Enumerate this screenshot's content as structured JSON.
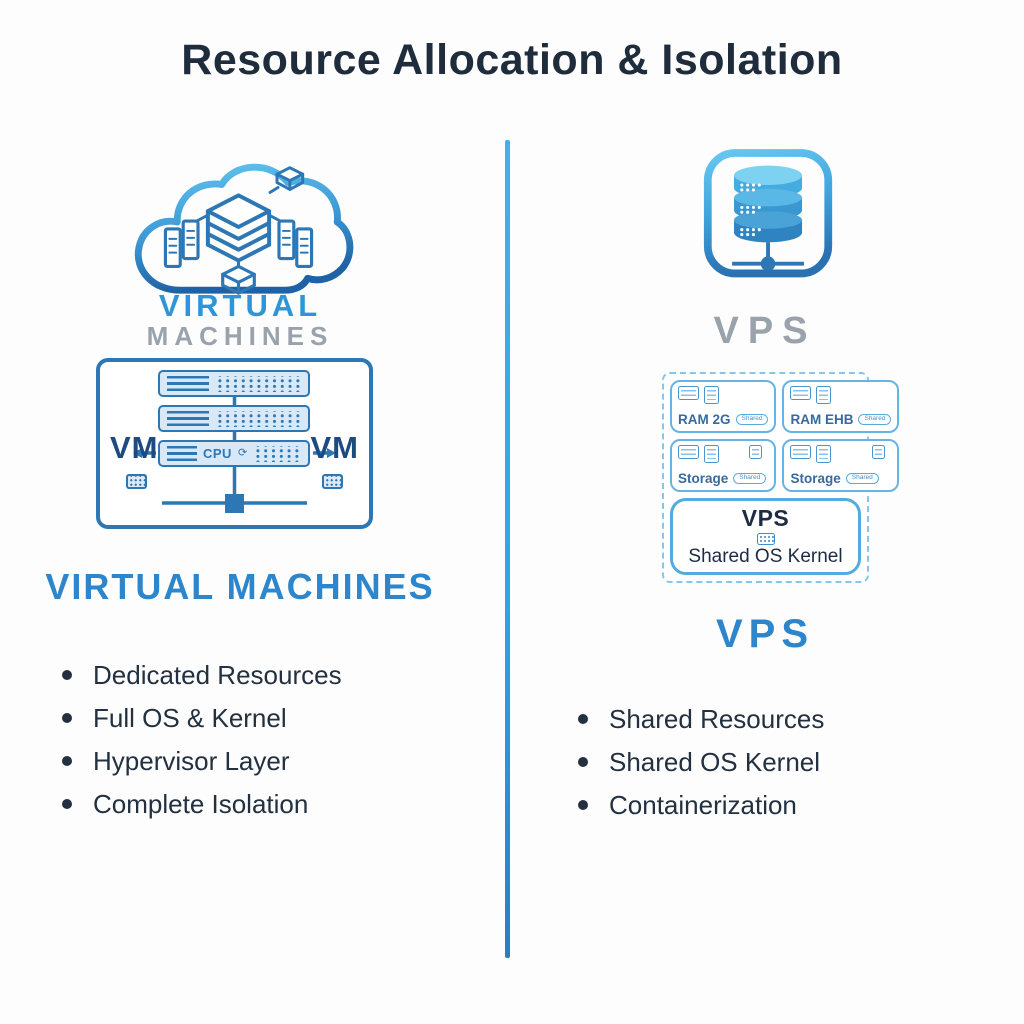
{
  "title": "Resource Allocation & Isolation",
  "left": {
    "logo": {
      "icon": "cloud-servers-icon",
      "line1": "VIRTUAL",
      "line2": "MACHINES"
    },
    "diagram": {
      "vm_left": "VM",
      "vm_right": "VM",
      "cpu": "CPU",
      "cpu_glyph": "⟳"
    },
    "heading": "VIRTUAL MACHINES",
    "bullets": [
      "Dedicated Resources",
      "Full OS & Kernel",
      "Hypervisor Layer",
      "Complete Isolation"
    ]
  },
  "right": {
    "logo": {
      "icon": "database-server-icon",
      "label": "VPS"
    },
    "diagram": {
      "cells": [
        {
          "label": "RAM 2G",
          "badge": "Shared"
        },
        {
          "label": "RAM EHB",
          "badge": "Shared"
        },
        {
          "label": "Storage",
          "badge": "Shared"
        },
        {
          "label": "Storage",
          "badge": "Shared"
        }
      ],
      "kernel": {
        "title": "VPS",
        "subtitle": "Shared OS Kernel"
      }
    },
    "heading": "VPS",
    "bullets": [
      "Shared Resources",
      "Shared OS Kernel",
      "Containerization"
    ]
  },
  "colors": {
    "title_text": "#1e2c3c",
    "heading_blue": "#2d86cc",
    "logo_blue": "#2e96d8",
    "logo_gray": "#9aa2ab",
    "outline_blue": "#2d77b5",
    "bar_fill": "#d9e8f6",
    "divider_top": "#41b2e9",
    "divider_bottom": "#2a7ec4",
    "body_text": "#22303f"
  }
}
